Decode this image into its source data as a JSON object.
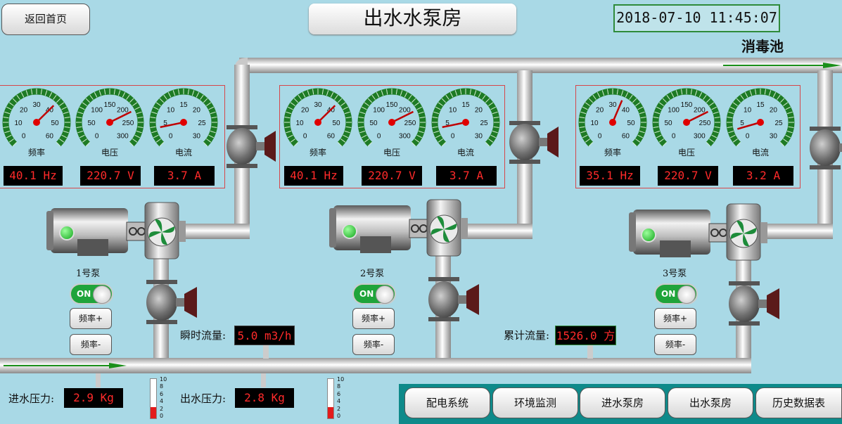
{
  "header": {
    "back_label": "返回首页",
    "title": "出水水泵房",
    "datetime": "2018-07-10 11:45:07",
    "tank_label": "消毒池"
  },
  "colors": {
    "background": "#a9d9e6",
    "readout_text": "#ff2a2a",
    "gauge_arc": "#1e7b25",
    "toggle_on": "#1fa43a",
    "panel_border": "#d6464a"
  },
  "gauge_labels": {
    "freq": "频率",
    "volt": "电压",
    "curr": "电流"
  },
  "gauge_scales": {
    "freq": {
      "min": 0,
      "max": 60,
      "ticks": [
        "0",
        "10",
        "20",
        "30",
        "40",
        "50",
        "60"
      ]
    },
    "volt": {
      "min": 0,
      "max": 300,
      "ticks": [
        "0",
        "50",
        "100",
        "150",
        "200",
        "250",
        "300"
      ]
    },
    "curr": {
      "min": 0,
      "max": 30,
      "ticks": [
        "0",
        "5",
        "10",
        "15",
        "20",
        "25",
        "30"
      ]
    }
  },
  "pumps": [
    {
      "name": "1号泵",
      "toggle": "ON",
      "freq_up": "频率+",
      "freq_down": "频率-",
      "freq_value": 40.1,
      "volt_value": 220.7,
      "curr_value": 3.7,
      "freq_text": "40.1 Hz",
      "volt_text": "220.7 V",
      "curr_text": "3.7 A"
    },
    {
      "name": "2号泵",
      "toggle": "ON",
      "freq_up": "频率+",
      "freq_down": "频率-",
      "freq_value": 40.1,
      "volt_value": 220.7,
      "curr_value": 3.7,
      "freq_text": "40.1 Hz",
      "volt_text": "220.7 V",
      "curr_text": "3.7 A"
    },
    {
      "name": "3号泵",
      "toggle": "ON",
      "freq_up": "频率+",
      "freq_down": "频率-",
      "freq_value": 35.1,
      "volt_value": 220.7,
      "curr_value": 3.2,
      "freq_text": "35.1 Hz",
      "volt_text": "220.7 V",
      "curr_text": "3.2 A"
    }
  ],
  "flow": {
    "instant_label": "瞬时流量:",
    "instant_value": "5.0 m3/h",
    "total_label": "累计流量:",
    "total_value": "1526.0 方"
  },
  "pressure": {
    "inlet_label": "进水压力:",
    "inlet_value": "2.9 Kg",
    "outlet_label": "出水压力:",
    "outlet_value": "2.8 Kg",
    "thermo_ticks": [
      "10",
      "8",
      "6",
      "4",
      "2",
      "0"
    ],
    "inlet_level": 0.29,
    "outlet_level": 0.28
  },
  "nav": [
    "配电系统",
    "环境监测",
    "进水泵房",
    "出水泵房",
    "历史数据表"
  ]
}
